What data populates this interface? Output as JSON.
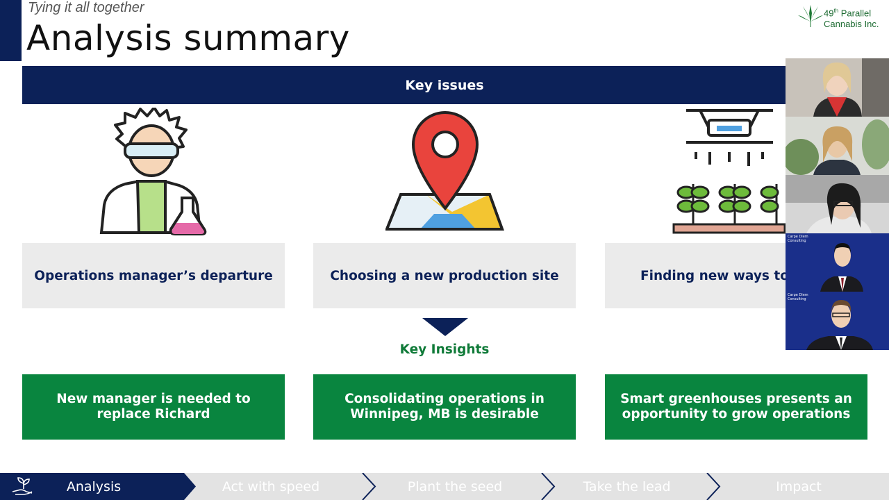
{
  "header": {
    "subtitle": "Tying it all together",
    "title": "Analysis summary"
  },
  "logo": {
    "line1_main": "49",
    "line1_sup": "th",
    "line1_rest": " Parallel",
    "line2": "Cannabis Inc."
  },
  "issues": {
    "heading": "Key issues",
    "items": [
      {
        "icon": "scientist-icon",
        "label": "Operations manager’s departure"
      },
      {
        "icon": "map-pin-icon",
        "label": "Choosing a new production site"
      },
      {
        "icon": "drone-greenhouse-icon",
        "label": "Finding new ways to"
      }
    ]
  },
  "insights": {
    "heading": "Key Insights",
    "items": [
      "New manager is needed to replace Richard",
      "Consolidating operations in Winnipeg, MB is desirable",
      "Smart greenhouses presents an opportunity to grow operations"
    ]
  },
  "nav": {
    "items": [
      "Analysis",
      "Act with speed",
      "Plant the seed",
      "Take the lead",
      "Impact"
    ],
    "active_index": 0
  },
  "video": {
    "tile_caption": "Carpe Diem Consulting"
  },
  "colors": {
    "navy": "#0c2158",
    "green": "#09853f",
    "grey": "#ebebeb"
  }
}
